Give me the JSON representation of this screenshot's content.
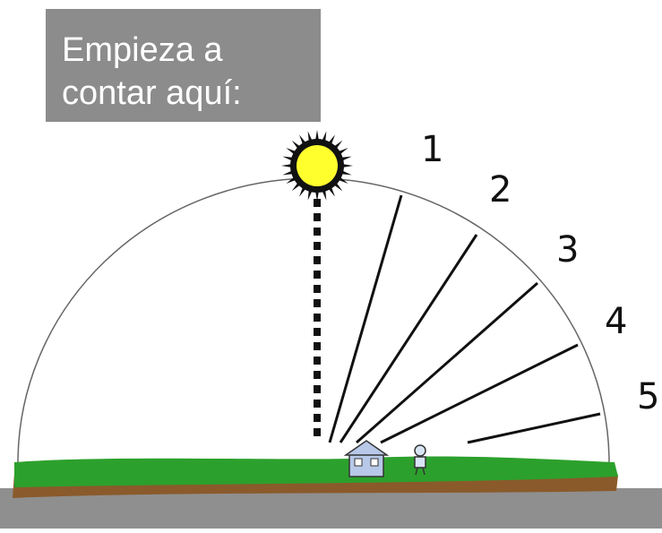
{
  "callout": {
    "line1": "Empieza a",
    "line2": "contar aquí:"
  },
  "labels": [
    "1",
    "2",
    "3",
    "4",
    "5"
  ],
  "colors": {
    "callout_bg": "#8c8c8c",
    "sun": "#ffff2e",
    "grass": "#2ca02c",
    "soil": "#8a5a2b",
    "ground": "#8f8f8f",
    "lines": "#111111"
  },
  "icons": [
    "sun-icon",
    "house-icon",
    "person-icon"
  ]
}
